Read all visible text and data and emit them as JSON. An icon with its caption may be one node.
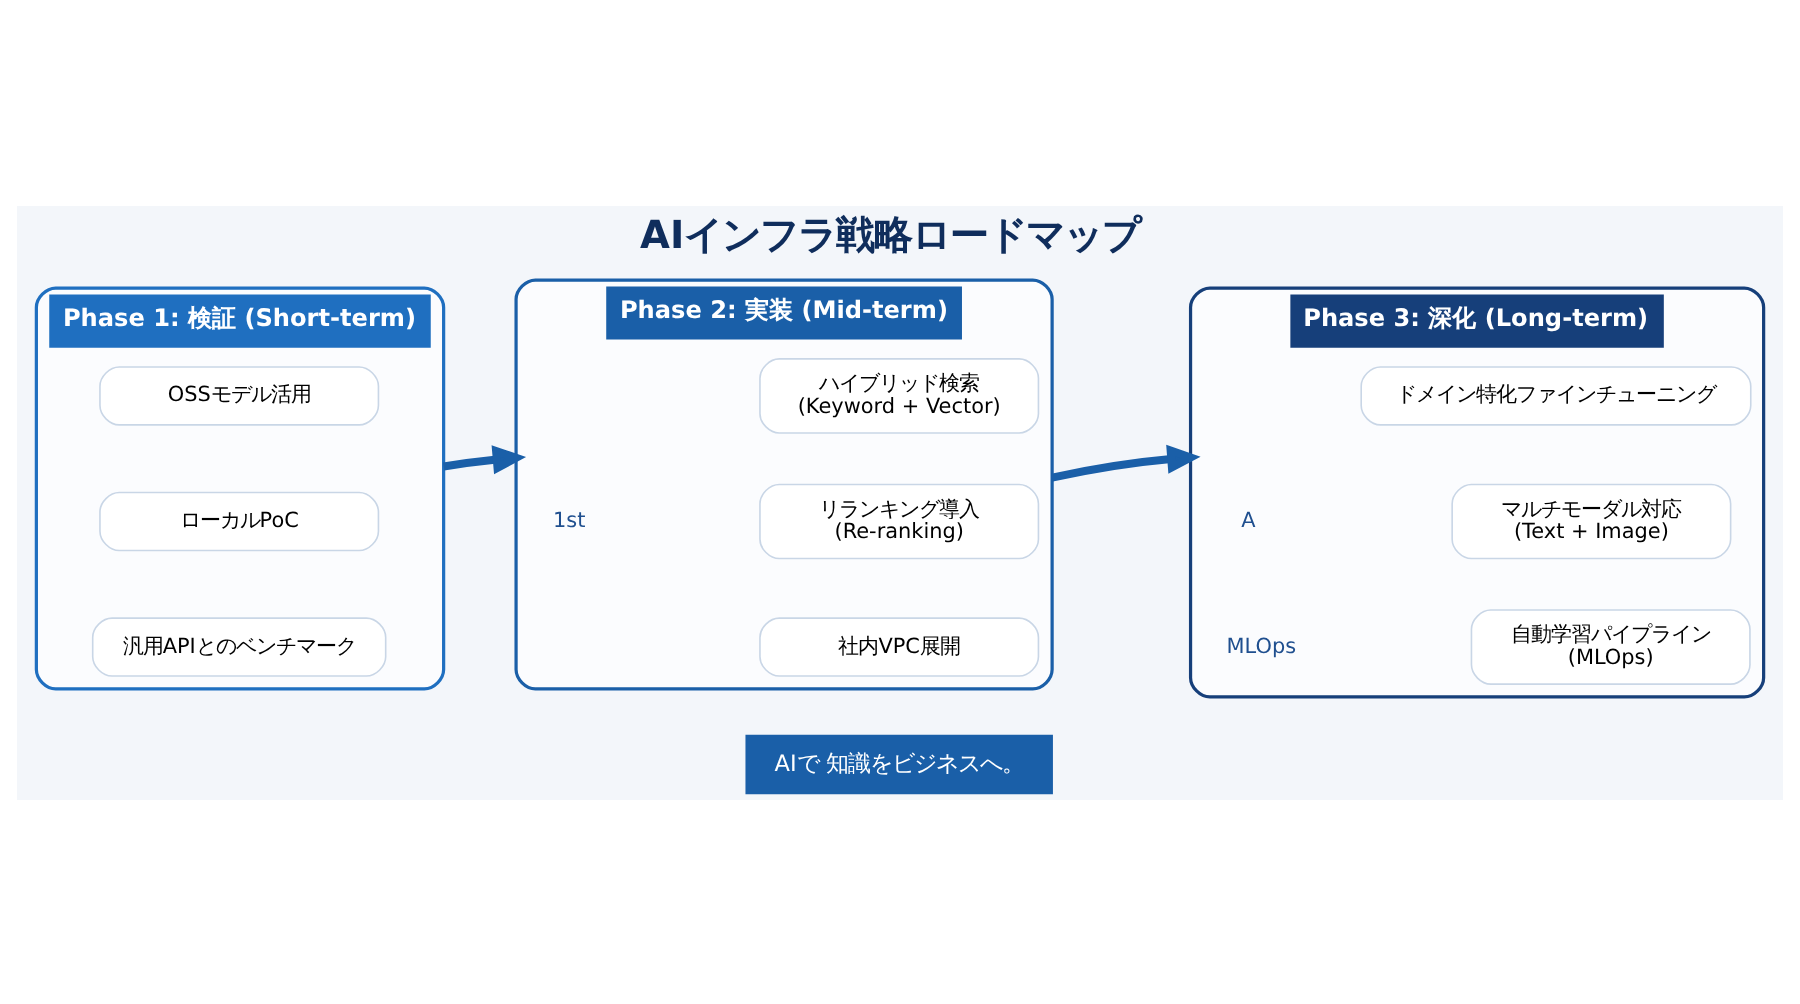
{
  "diagram": {
    "title": "AIインフラ戦略ロードマップ",
    "nodes": [
      {
        "text": [
          "Phase 1: 検証 (Short-term)"
        ]
      },
      {
        "text": [
          "OSSモデル活用"
        ],
        "in": 0
      },
      {
        "text": [
          "ローカルPoC"
        ],
        "in": 0
      },
      {
        "text": [
          "汎用APIとのベンチマーク"
        ],
        "in": 0
      },
      {
        "text": [
          "Phase 2: 実装 (Mid-term)"
        ]
      },
      {
        "text": [
          "ハイブリッド検索",
          "(Keyword + Vector)"
        ],
        "in": 4
      },
      {
        "text": [
          "リランキング導入",
          "(Re-ranking)"
        ],
        "in": 4
      },
      {
        "text": [
          "社内VPC展開"
        ],
        "in": 4
      },
      {
        "text": [
          "Phase 3: 深化 (Long-term)"
        ]
      },
      {
        "text": [
          "ドメイン特化ファインチューニング"
        ],
        "in": 8
      },
      {
        "text": [
          "マルチモーダル対応",
          "(Text + Image)"
        ],
        "in": 8
      },
      {
        "text": [
          "自動学習パイプライン",
          "(MLOps)"
        ],
        "in": 8
      }
    ],
    "edges": [
      {
        "from": 0,
        "to": 4,
        "arrow": "to"
      },
      {
        "from": 4,
        "to": 8,
        "arrow": "to"
      }
    ],
    "labels": [
      "1st",
      "A",
      "MLOps",
      "AIで 知識をビジネスへ。"
    ]
  }
}
